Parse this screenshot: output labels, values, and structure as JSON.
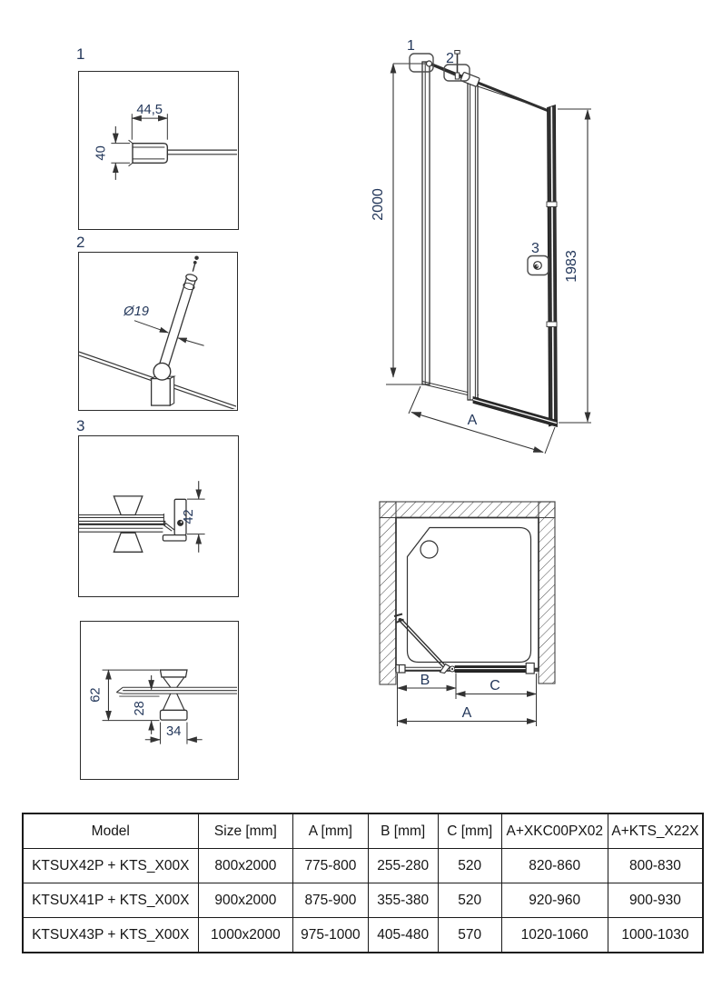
{
  "colors": {
    "line": "#333333",
    "dark_fill": "#2b2b2b",
    "dim_text": "#24385b",
    "table_text": "#151515"
  },
  "details": [
    {
      "label": "1",
      "width": "44,5",
      "height": "40"
    },
    {
      "label": "2",
      "diameter": "Ø19"
    },
    {
      "label": "3",
      "height": "42"
    },
    {
      "label": "",
      "height_total": "62",
      "height_from_glass": "28",
      "width": "34"
    }
  ],
  "elevation": {
    "callouts": [
      "1",
      "2",
      "3"
    ],
    "height_outer": "2000",
    "height_glass": "1983",
    "width_label": "A"
  },
  "plan": {
    "door_label": "B",
    "fixed_label": "C",
    "total_label": "A"
  },
  "table": {
    "headers": [
      "Model",
      "Size [mm]",
      "A [mm]",
      "B [mm]",
      "C [mm]",
      "A+XKC00PX02",
      "A+KTS_X22X"
    ],
    "rows": [
      [
        "KTSUX42P + KTS_X00X",
        "800x2000",
        "775-800",
        "255-280",
        "520",
        "820-860",
        "800-830"
      ],
      [
        "KTSUX41P + KTS_X00X",
        "900x2000",
        "875-900",
        "355-380",
        "520",
        "920-960",
        "900-930"
      ],
      [
        "KTSUX43P + KTS_X00X",
        "1000x2000",
        "975-1000",
        "405-480",
        "570",
        "1020-1060",
        "1000-1030"
      ]
    ]
  }
}
